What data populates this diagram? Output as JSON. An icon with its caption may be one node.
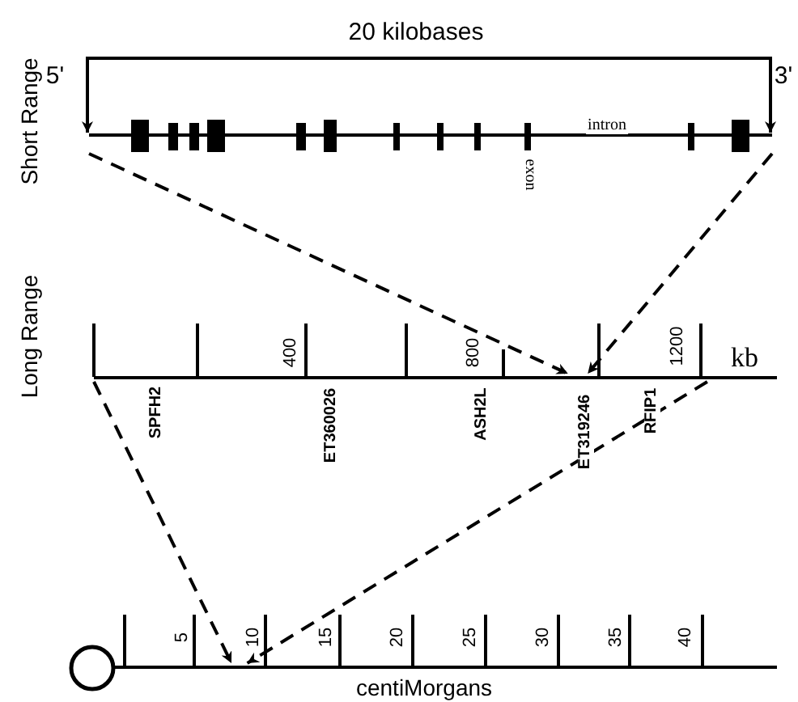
{
  "diagram": {
    "nodes": [
      {
        "text": [],
        "shape": "bar"
      },
      {
        "text": [],
        "shape": "bar"
      },
      {
        "text": [],
        "shape": "bar"
      }
    ],
    "edges": [
      {
        "from": 0,
        "to": 1,
        "arrow": "to",
        "style": "dashed"
      },
      {
        "from": 0,
        "to": 1,
        "arrow": "to",
        "style": "dashed"
      },
      {
        "from": 1,
        "to": 2,
        "arrow": "to",
        "style": "dashed"
      },
      {
        "from": 1,
        "to": 2,
        "arrow": "to",
        "style": "dashed"
      }
    ],
    "labels": [
      "20 kilobases",
      "5'",
      "3'",
      "Short Range",
      "intron",
      "exon",
      "Long Range",
      "400",
      "800",
      "1200",
      "kb",
      "SPFH2",
      "ET360026",
      "ASH2L",
      "ET319246",
      "RFIP1",
      "5",
      "10",
      "15",
      "20",
      "25",
      "30",
      "35",
      "40",
      "centiMorgans"
    ]
  }
}
